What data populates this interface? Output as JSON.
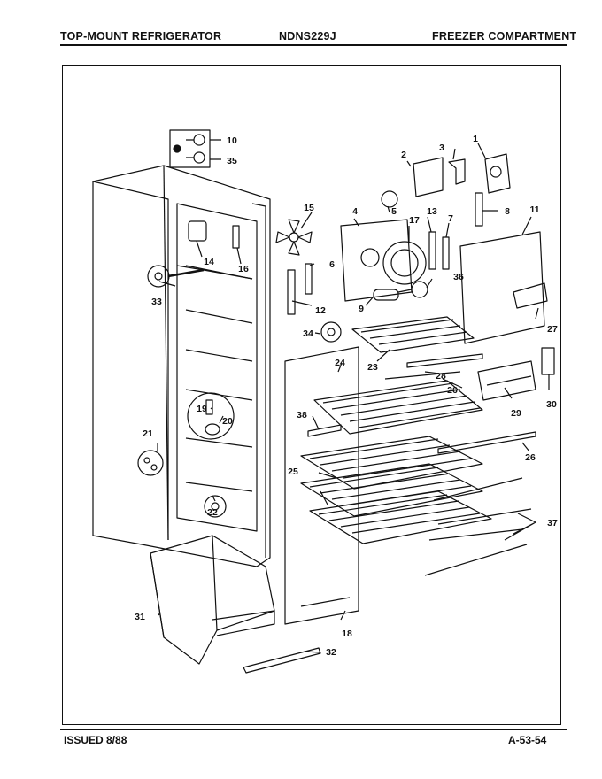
{
  "header": {
    "product_type": "TOP-MOUNT REFRIGERATOR",
    "model_number": "NDNS229J",
    "section": "FREEZER COMPARTMENT"
  },
  "footer": {
    "issued": "ISSUED 8/88",
    "page_code": "A-53-54"
  },
  "callouts": [
    "1",
    "2",
    "3",
    "4",
    "5",
    "6",
    "7",
    "8",
    "9",
    "10",
    "11",
    "12",
    "13",
    "14",
    "15",
    "16",
    "17",
    "18",
    "19",
    "20",
    "21",
    "22",
    "23",
    "24",
    "25",
    "26",
    "26",
    "27",
    "28",
    "29",
    "30",
    "31",
    "32",
    "33",
    "34",
    "35",
    "36",
    "37",
    "38"
  ]
}
